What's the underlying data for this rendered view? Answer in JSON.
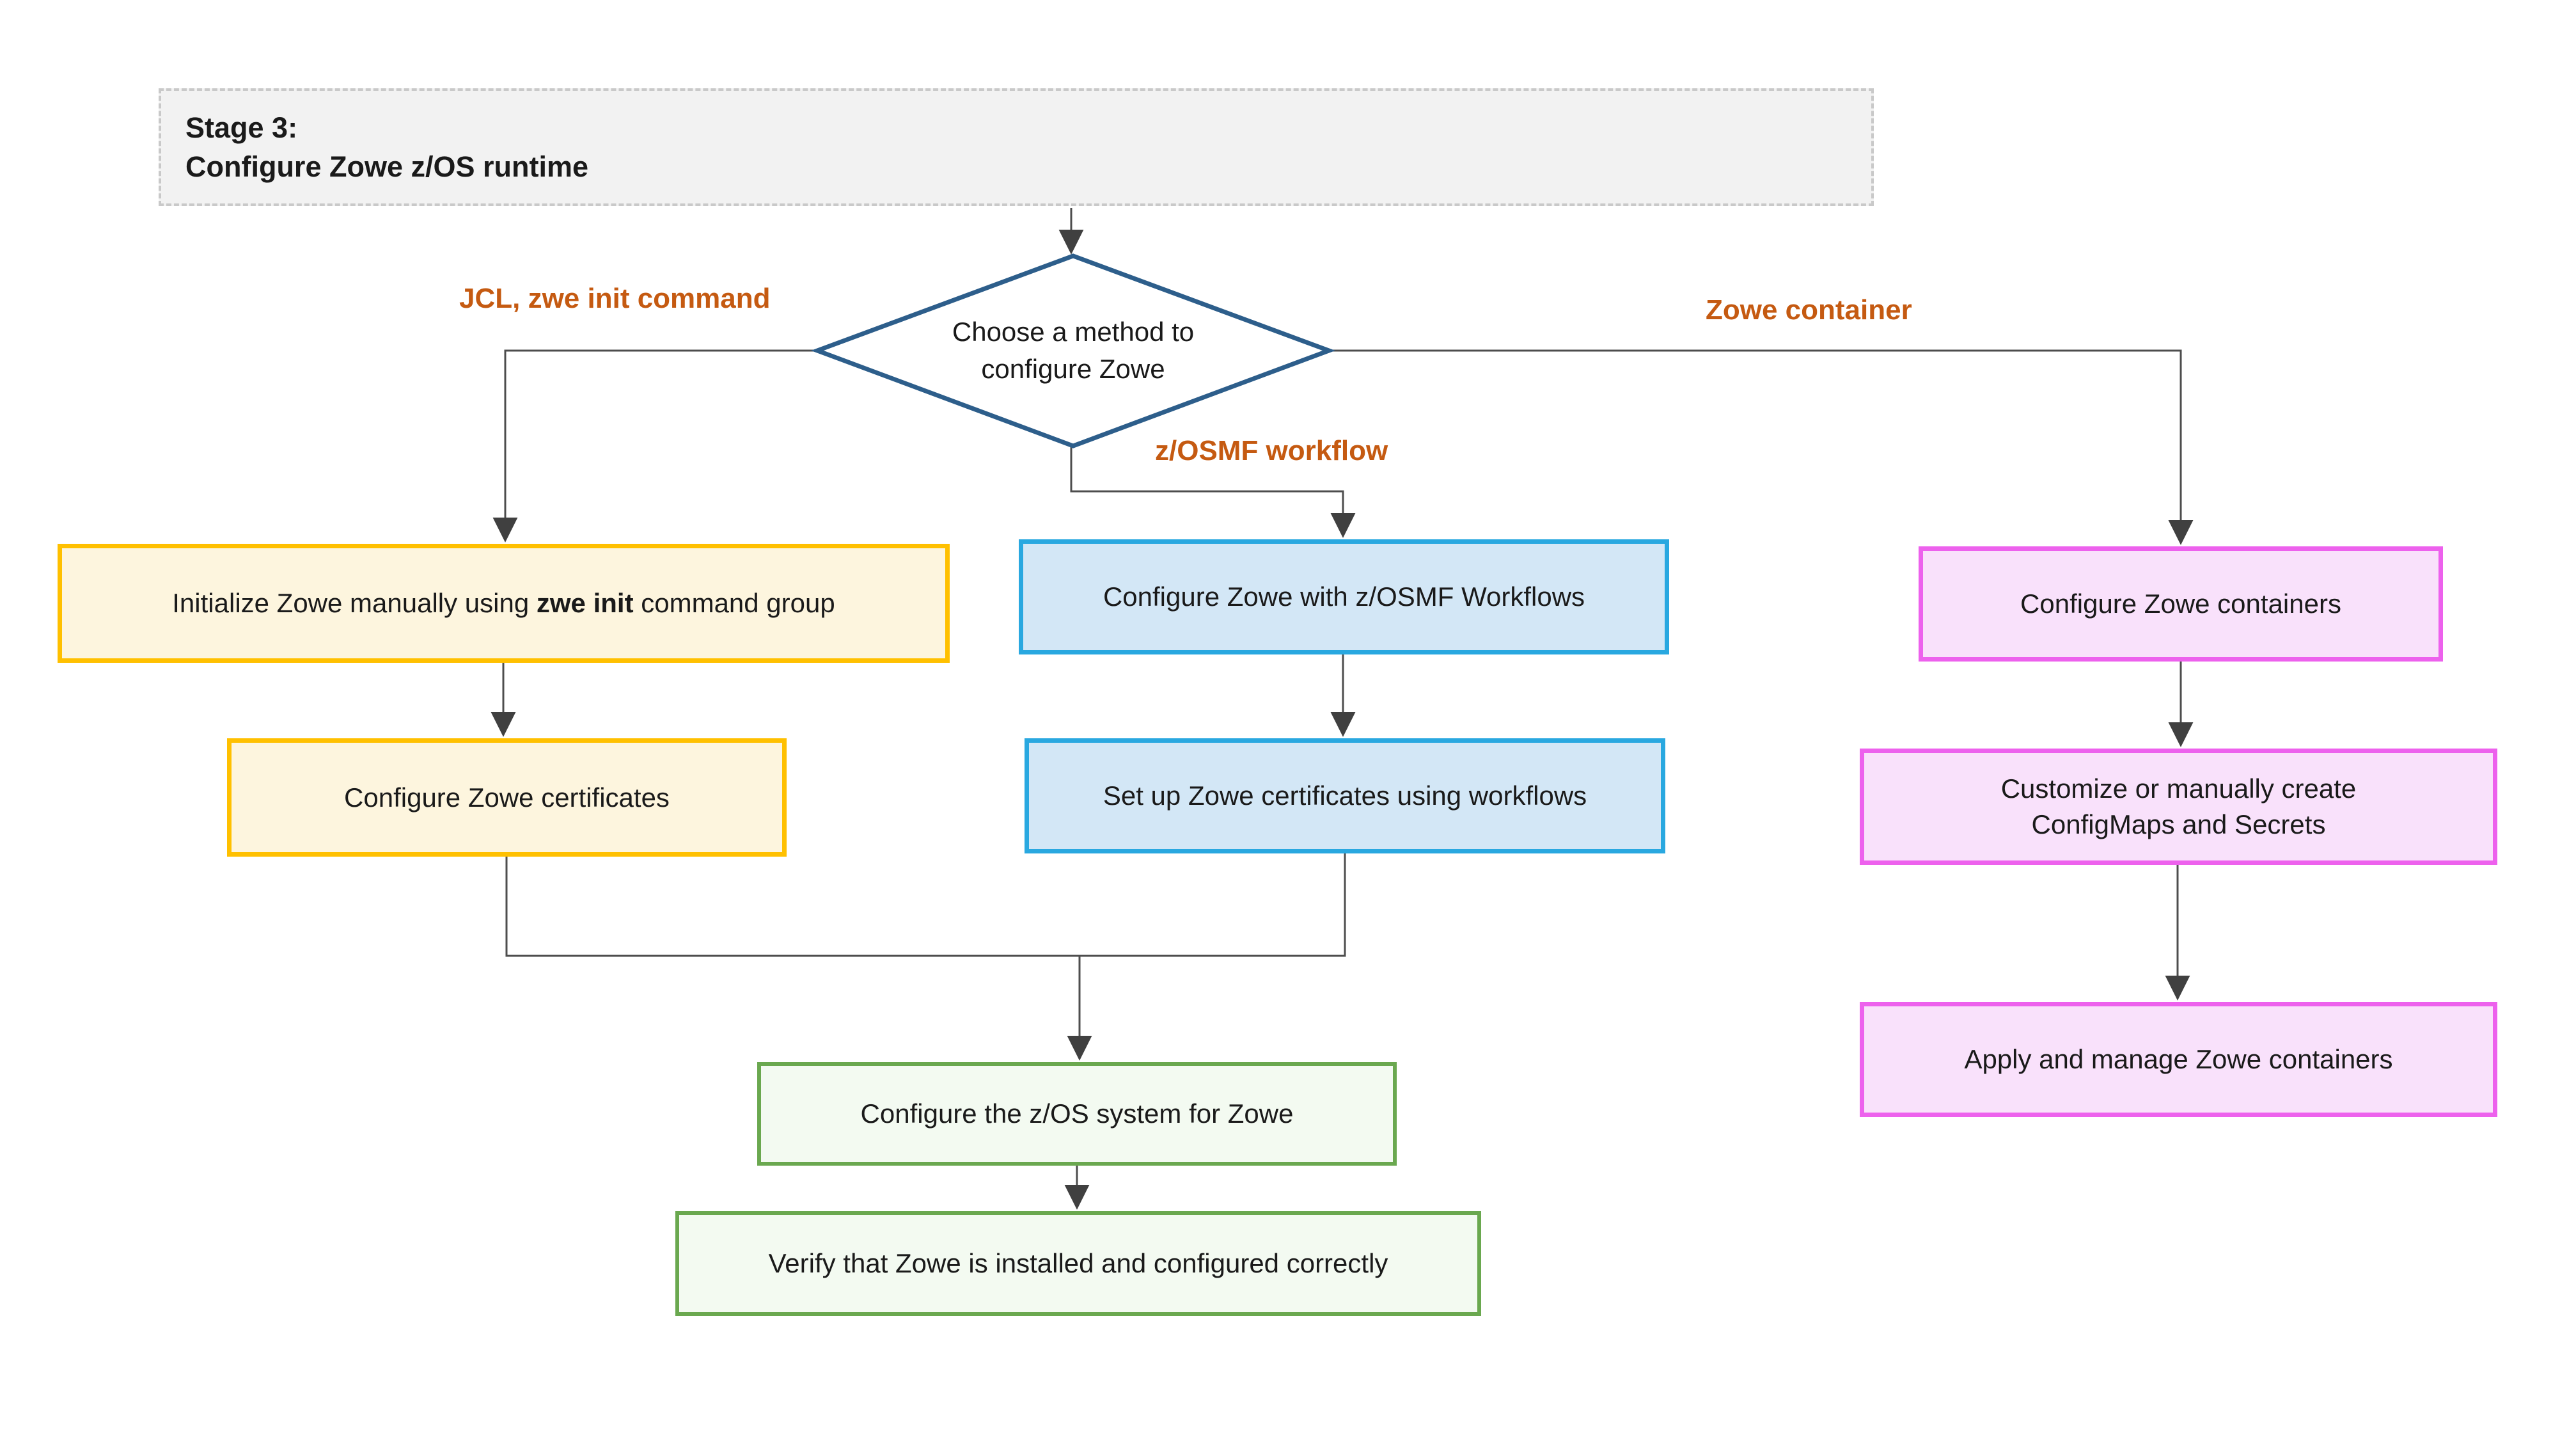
{
  "stage_banner": {
    "line1": "Stage 3:",
    "line2": "Configure Zowe z/OS runtime"
  },
  "decision": {
    "line1": "Choose a method to",
    "line2": "configure Zowe"
  },
  "branch_labels": {
    "jcl": "JCL, zwe init command",
    "zosmf": "z/OSMF workflow",
    "container": "Zowe container"
  },
  "nodes": {
    "init_manual": {
      "prefix": "Initialize Zowe manually using ",
      "bold": "zwe init",
      "suffix": " command group"
    },
    "config_certs": "Configure Zowe certificates",
    "zosmf_workflows": "Configure Zowe with z/OSMF Workflows",
    "certs_workflows": "Set up Zowe certificates using workflows",
    "config_containers": "Configure Zowe containers",
    "configmaps": {
      "line1": "Customize or manually create",
      "line2": "ConfigMaps and Secrets"
    },
    "apply_containers": "Apply and manage Zowe containers",
    "config_zos": "Configure the z/OS system for Zowe",
    "verify": "Verify that Zowe is installed and configured correctly"
  },
  "colors": {
    "branch_label_text": "#C55A11",
    "decision_border": "#2D5E8B",
    "manual_fill": "#FDF5DE",
    "manual_border": "#FFC000",
    "zosmf_fill": "#D3E7F6",
    "zosmf_border": "#29A8E0",
    "container_fill": "#F9E1FB",
    "container_border": "#ED61ED",
    "shared_fill": "#F3FAF1",
    "shared_border": "#6AA84F",
    "banner_fill": "#F2F2F2",
    "banner_border": "#C9C9C9",
    "connector": "#4D4D4D"
  }
}
